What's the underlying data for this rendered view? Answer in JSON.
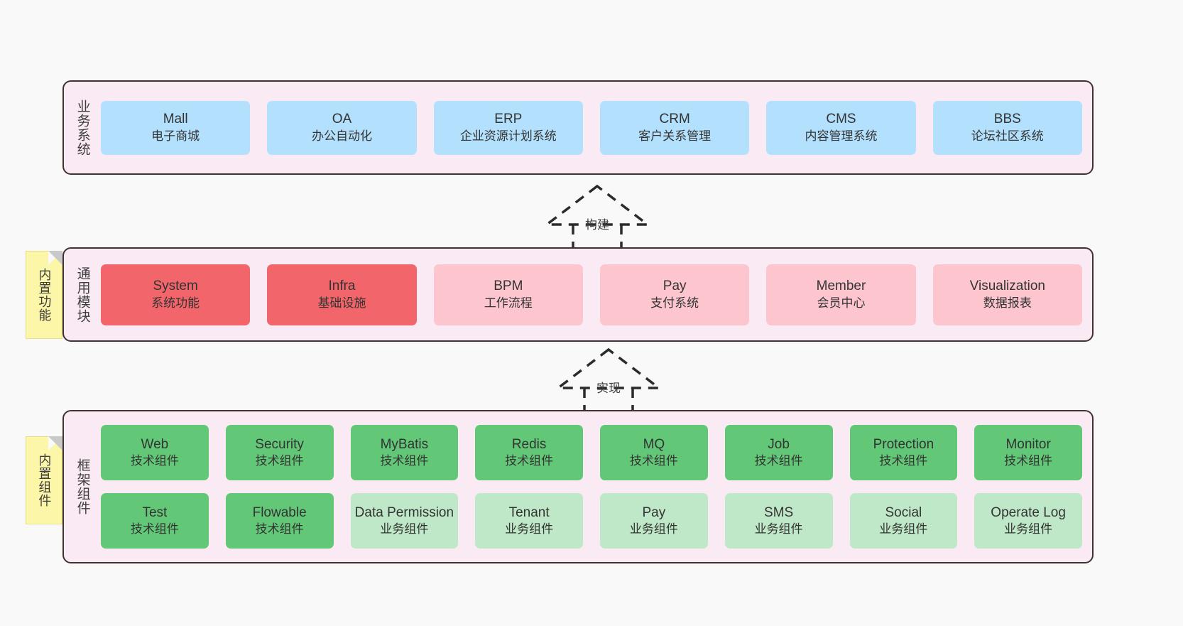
{
  "colors": {
    "background": "#f9f9f9",
    "panel_fill": "#f9eaf4",
    "panel_border": "#413131",
    "business_card": "#b3e0fc",
    "common_card_strong": "#f2656a",
    "common_card_soft": "#fdc6ce",
    "framework_tech": "#62c878",
    "framework_biz": "#bfe8c8",
    "note_fill": "#fcf7a8",
    "text": "#333333"
  },
  "layers": [
    {
      "id": "business",
      "label": "业务系统",
      "note": null,
      "rows": [
        {
          "style": "blue",
          "cards": [
            {
              "title": "Mall",
              "subtitle": "电子商城"
            },
            {
              "title": "OA",
              "subtitle": "办公自动化"
            },
            {
              "title": "ERP",
              "subtitle": "企业资源计划系统"
            },
            {
              "title": "CRM",
              "subtitle": "客户关系管理"
            },
            {
              "title": "CMS",
              "subtitle": "内容管理系统"
            },
            {
              "title": "BBS",
              "subtitle": "论坛社区系统"
            }
          ]
        }
      ]
    },
    {
      "id": "common",
      "label": "通用模块",
      "note": "内置功能",
      "rows": [
        {
          "cards": [
            {
              "title": "System",
              "subtitle": "系统功能",
              "style": "red"
            },
            {
              "title": "Infra",
              "subtitle": "基础设施",
              "style": "red"
            },
            {
              "title": "BPM",
              "subtitle": "工作流程",
              "style": "pink"
            },
            {
              "title": "Pay",
              "subtitle": "支付系统",
              "style": "pink"
            },
            {
              "title": "Member",
              "subtitle": "会员中心",
              "style": "pink"
            },
            {
              "title": "Visualization",
              "subtitle": "数据报表",
              "style": "pink"
            }
          ]
        }
      ]
    },
    {
      "id": "framework",
      "label": "框架组件",
      "note": "内置组件",
      "rows": [
        {
          "cards": [
            {
              "title": "Web",
              "subtitle": "技术组件",
              "style": "green"
            },
            {
              "title": "Security",
              "subtitle": "技术组件",
              "style": "green"
            },
            {
              "title": "MyBatis",
              "subtitle": "技术组件",
              "style": "green"
            },
            {
              "title": "Redis",
              "subtitle": "技术组件",
              "style": "green"
            },
            {
              "title": "MQ",
              "subtitle": "技术组件",
              "style": "green"
            },
            {
              "title": "Job",
              "subtitle": "技术组件",
              "style": "green"
            },
            {
              "title": "Protection",
              "subtitle": "技术组件",
              "style": "green"
            },
            {
              "title": "Monitor",
              "subtitle": "技术组件",
              "style": "green"
            }
          ]
        },
        {
          "cards": [
            {
              "title": "Test",
              "subtitle": "技术组件",
              "style": "green"
            },
            {
              "title": "Flowable",
              "subtitle": "技术组件",
              "style": "green"
            },
            {
              "title": "Data Permission",
              "subtitle": "业务组件",
              "style": "lightgreen"
            },
            {
              "title": "Tenant",
              "subtitle": "业务组件",
              "style": "lightgreen"
            },
            {
              "title": "Pay",
              "subtitle": "业务组件",
              "style": "lightgreen"
            },
            {
              "title": "SMS",
              "subtitle": "业务组件",
              "style": "lightgreen"
            },
            {
              "title": "Social",
              "subtitle": "业务组件",
              "style": "lightgreen"
            },
            {
              "title": "Operate Log",
              "subtitle": "业务组件",
              "style": "lightgreen"
            }
          ]
        }
      ]
    }
  ],
  "connectors": [
    {
      "id": "build",
      "label": "构建",
      "style": "dashed-generalization",
      "direction": "up"
    },
    {
      "id": "impl",
      "label": "实现",
      "style": "dashed-generalization",
      "direction": "up"
    }
  ]
}
